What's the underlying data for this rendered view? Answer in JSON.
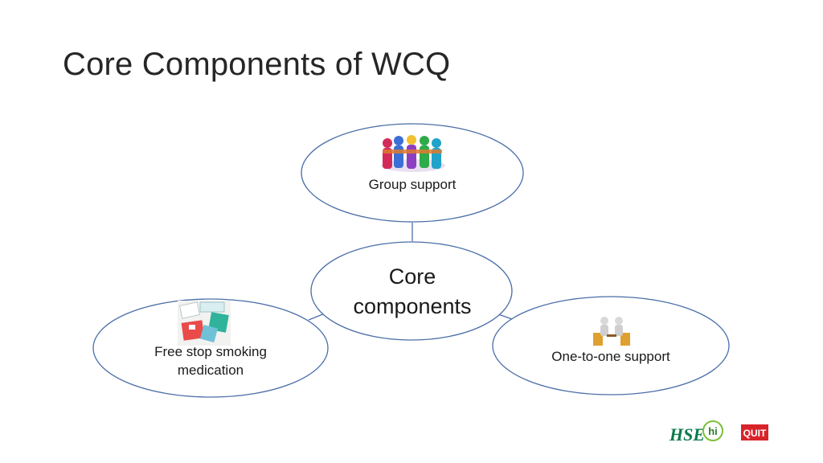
{
  "slide": {
    "title": "Core Components of WCQ"
  },
  "diagram": {
    "center": {
      "label_line1": "Core",
      "label_line2": "components"
    },
    "nodes": [
      {
        "id": "group-support",
        "label": "Group support",
        "icon": "group-people-icon"
      },
      {
        "id": "medication",
        "label_line1": "Free stop smoking",
        "label_line2": "medication",
        "icon": "medication-packs-icon"
      },
      {
        "id": "one-to-one",
        "label": "One-to-one support",
        "icon": "two-people-meeting-icon"
      }
    ],
    "colors": {
      "outline": "#4a6ea8",
      "connector": "#4a6ea8",
      "fill": "#ffffff"
    }
  },
  "logos": [
    {
      "name": "hse-logo",
      "text": "HSE"
    },
    {
      "name": "hi-logo",
      "text": "hi"
    },
    {
      "name": "quit-logo",
      "text": "QUIT"
    }
  ]
}
